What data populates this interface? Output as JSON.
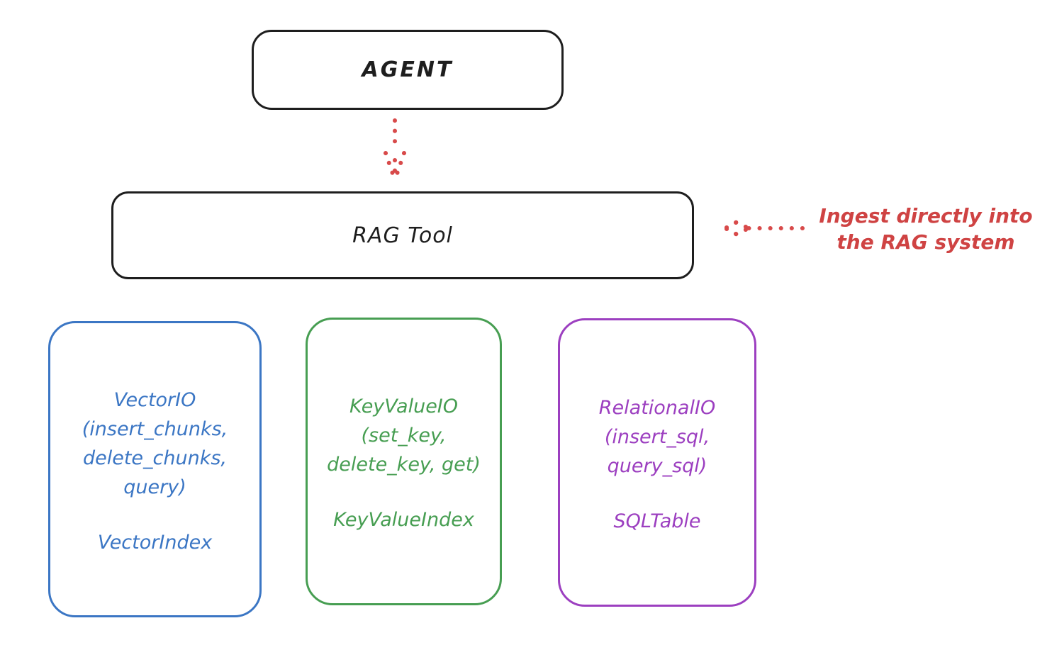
{
  "diagram": {
    "agent": {
      "label": "AGENT"
    },
    "rag_tool": {
      "label": "RAG Tool"
    },
    "annotation": {
      "line1": "Ingest directly into",
      "line2": "the RAG system"
    },
    "storage_boxes": [
      {
        "id": "vector-io",
        "color": "#3b76c4",
        "lines": [
          "VectorIO",
          "(insert_chunks,",
          "delete_chunks,",
          "query)"
        ],
        "index_label": "VectorIndex"
      },
      {
        "id": "keyvalue-io",
        "color": "#479e52",
        "lines": [
          "KeyValueIO",
          "(set_key,",
          "delete_key, get)"
        ],
        "index_label": "KeyValueIndex"
      },
      {
        "id": "relational-io",
        "color": "#9c3fc0",
        "lines": [
          "RelationalIO",
          "(insert_sql,",
          "query_sql)"
        ],
        "index_label": "SQLTable"
      }
    ],
    "colors": {
      "stroke": "#1e1e1e",
      "arrow_red": "#d84a4a",
      "annotation_red": "#cf4343",
      "blue": "#3b76c4",
      "green": "#479e52",
      "purple": "#9c3fc0",
      "background": "#ffffff"
    }
  }
}
